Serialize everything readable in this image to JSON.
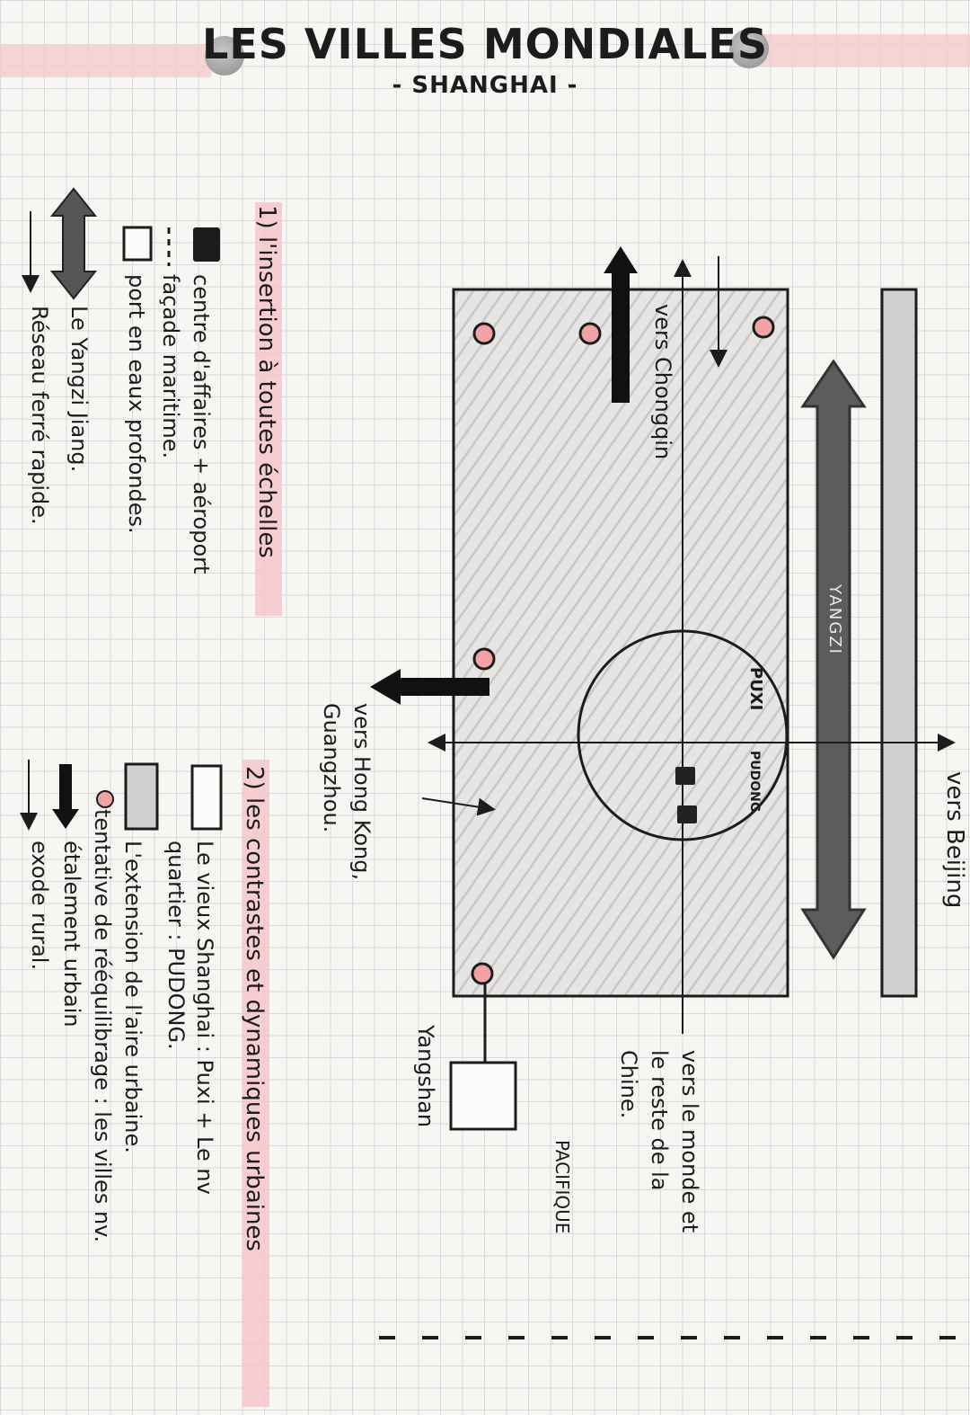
{
  "header": {
    "title": "LES VILLES MONDIALES",
    "subtitle": "- SHANGHAI -"
  },
  "map": {
    "top_left_label": "vers Chongqin",
    "left_label": "vers Hong Kong, Guangzhou.",
    "right_top_label": "vers Beijing",
    "river_label": "YANGZI",
    "puxi": "PUXI",
    "pudong": "PUDONG",
    "bottom_label": "Yangshan",
    "bottom_right_label": "vers le monde et le reste de la Chine.",
    "ocean_label": "PACIFIQUE"
  },
  "legend1": {
    "heading": "1) l'insertion à toutes échelles",
    "items": [
      {
        "icon": "black-square-icon",
        "text": "centre d'affaires + aéroport"
      },
      {
        "icon": "dashed-line-icon",
        "text": "façade maritime."
      },
      {
        "icon": "empty-square-icon",
        "text": "port en eaux profondes."
      },
      {
        "icon": "double-arrow-icon",
        "text": "Le Yangzi Jiang."
      },
      {
        "icon": "arrow-icon",
        "text": "Réseau ferré rapide."
      }
    ]
  },
  "legend2": {
    "heading": "2) les contrastes et dynamiques urbaines",
    "items": [
      {
        "icon": "empty-square-icon",
        "text": "Le vieux Shanghai : Puxi + Le nv quartier : PUDONG."
      },
      {
        "icon": "grey-square-icon",
        "text": "L'extension de l'aire urbaine."
      },
      {
        "icon": "pink-dot-icon",
        "text": "tentative de rééquilibrage : les villes nv."
      },
      {
        "icon": "thick-arrow-icon",
        "text": "étalement urbain"
      },
      {
        "icon": "thin-arrow-icon",
        "text": "exode rural."
      }
    ]
  },
  "colors": {
    "highlight": "#f3c9c9",
    "dot": "#f1a3a3",
    "ink": "#1c1c1c",
    "grey": "#c9c9c9"
  }
}
